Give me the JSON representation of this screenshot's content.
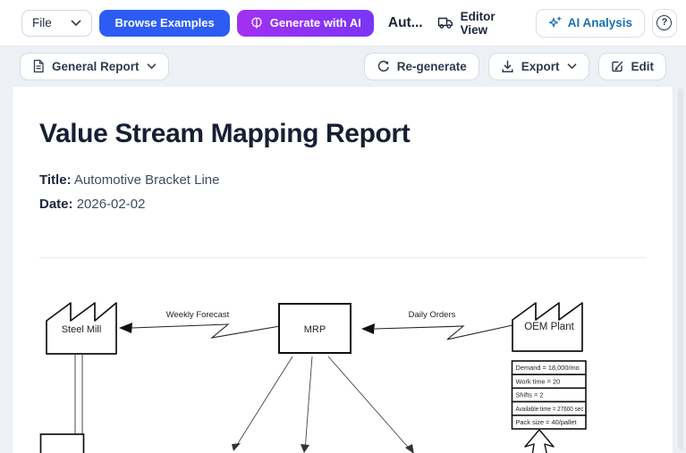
{
  "topbar": {
    "file": "File",
    "browse_examples": "Browse Examples",
    "generate_with_ai": "Generate with AI",
    "document_title": "Aut...",
    "editor_view": "Editor View",
    "ai_analysis": "AI Analysis",
    "help": "?"
  },
  "toolbar": {
    "report_selector": "General Report",
    "regenerate": "Re-generate",
    "export": "Export",
    "edit": "Edit"
  },
  "report": {
    "heading": "Value Stream Mapping Report",
    "title_label": "Title:",
    "title_value": "Automotive Bracket Line",
    "date_label": "Date:",
    "date_value": "2026-02-02"
  },
  "diagram": {
    "nodes": {
      "steel_mill": "Steel Mill",
      "mrp": "MRP",
      "oem_plant": "OEM Plant"
    },
    "flow_labels": {
      "weekly_forecast": "Weekly Forecast",
      "daily_orders": "Daily Orders"
    },
    "oem_data_box": [
      "Demand = 18,000/mo",
      "Work time = 20",
      "Shifts = 2",
      "Available time = 27600 sec",
      "Pack size = 40/pallet"
    ]
  },
  "icons": {
    "generate_ai": "brain-icon",
    "editor_view": "truck-icon",
    "ai_analysis": "sparkles-icon",
    "help": "question-mark-icon",
    "report_selector": "document-icon",
    "regenerate": "refresh-icon",
    "export": "download-icon",
    "edit": "pencil-icon",
    "dropdowns": "chevron-down-icon"
  },
  "colors": {
    "primary_blue": "#2c5cf2",
    "ai_purple_start": "#a231f2",
    "ai_purple_end": "#7a35f5",
    "analysis_blue": "#1971b2",
    "heading_navy": "#161f33",
    "page_bg": "#edf0f5"
  }
}
